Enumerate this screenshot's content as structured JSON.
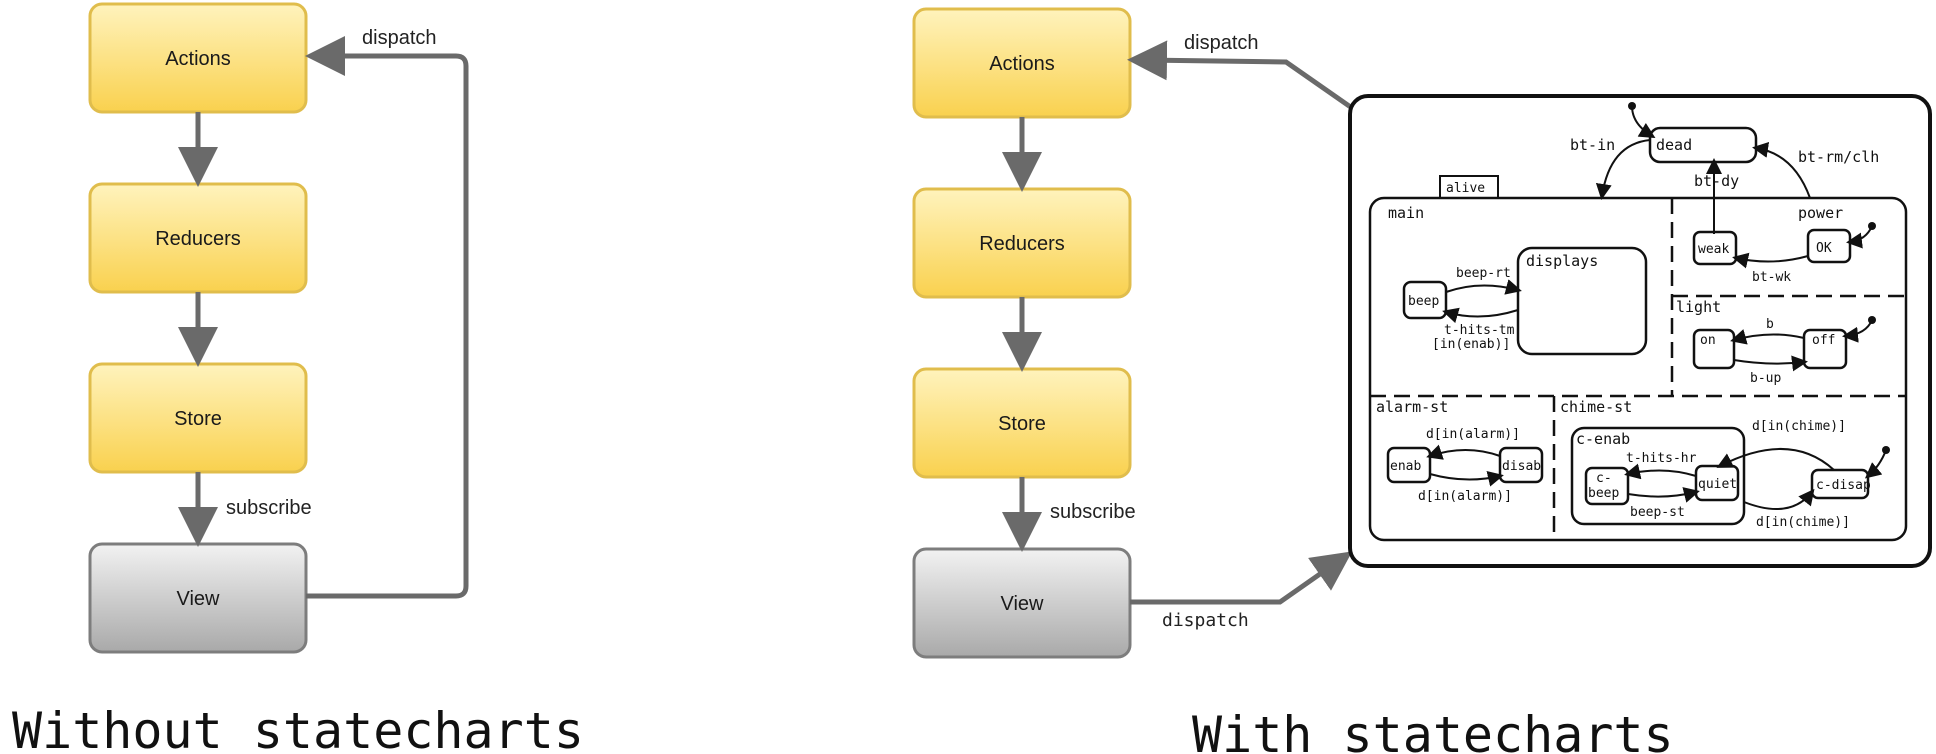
{
  "left": {
    "boxes": {
      "actions": "Actions",
      "reducers": "Reducers",
      "store": "Store",
      "view": "View"
    },
    "labels": {
      "dispatch": "dispatch",
      "subscribe": "subscribe"
    },
    "caption": "Without statecharts"
  },
  "right": {
    "boxes": {
      "actions": "Actions",
      "reducers": "Reducers",
      "store": "Store",
      "view": "View"
    },
    "labels": {
      "dispatch_top": "dispatch",
      "subscribe": "subscribe",
      "dispatch_bottom": "dispatch"
    },
    "caption": "With statecharts"
  },
  "statechart": {
    "states": {
      "dead": "dead",
      "alive": "alive",
      "main": "main",
      "displays": "displays",
      "beep": "beep",
      "power": "power",
      "weak": "weak",
      "ok": "OK",
      "light": "light",
      "on": "on",
      "off": "off",
      "alarm_st": "alarm-st",
      "enab": "enab",
      "disab": "disab",
      "chime_st": "chime-st",
      "c_enab": "c-enab",
      "c_beep_1": "c-",
      "c_beep_2": "beep",
      "quiet": "quiet",
      "c_disap": "c-disap"
    },
    "transitions": {
      "bt_in": "bt-in",
      "bt_dy": "bt-dy",
      "bt_rm_clh": "bt-rm/clh",
      "beep_rt": "beep-rt",
      "t_hits_tm": "t-hits-tm",
      "in_enab": "[in(enab)]",
      "bt_wk": "bt-wk",
      "b": "b",
      "b_up": "b-up",
      "d_in_alarm_top": "d[in(alarm)]",
      "d_in_alarm_bottom": "d[in(alarm)]",
      "t_hits_hr": "t-hits-hr",
      "beep_st": "beep-st",
      "d_in_chime_top": "d[in(chime)]",
      "d_in_chime_bottom": "d[in(chime)]"
    }
  },
  "colors": {
    "box_yellow_top": "#fff3bd",
    "box_yellow_bottom": "#f9d14e",
    "box_yellow_stroke": "#e0bd4c",
    "box_gray_top": "#f2f2f2",
    "box_gray_bottom": "#a9a9a9",
    "box_gray_stroke": "#7d7d7d",
    "arrow": "#6a6a6a"
  }
}
